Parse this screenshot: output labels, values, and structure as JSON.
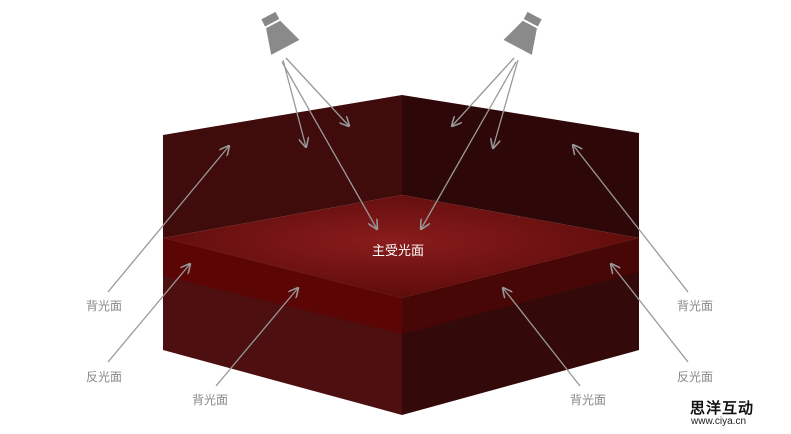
{
  "labels": {
    "main_light": "主受光面",
    "back_upper_left": "背光面",
    "back_upper_right": "背光面",
    "reflect_left": "反光面",
    "reflect_right": "反光面",
    "back_lower_left": "背光面",
    "back_lower_right": "背光面"
  },
  "logo": {
    "title": "思洋互动",
    "url": "www.ciya.cn"
  },
  "colors": {
    "top_face": "#7a1414",
    "wall_left": "#3f0b0b",
    "wall_right": "#2e0808",
    "lower_left": "#4d0f0f",
    "lower_right": "#330909",
    "arrow": "#999999",
    "lamp": "#888888"
  },
  "icons": [
    "spotlight-icon-left",
    "spotlight-icon-right"
  ]
}
